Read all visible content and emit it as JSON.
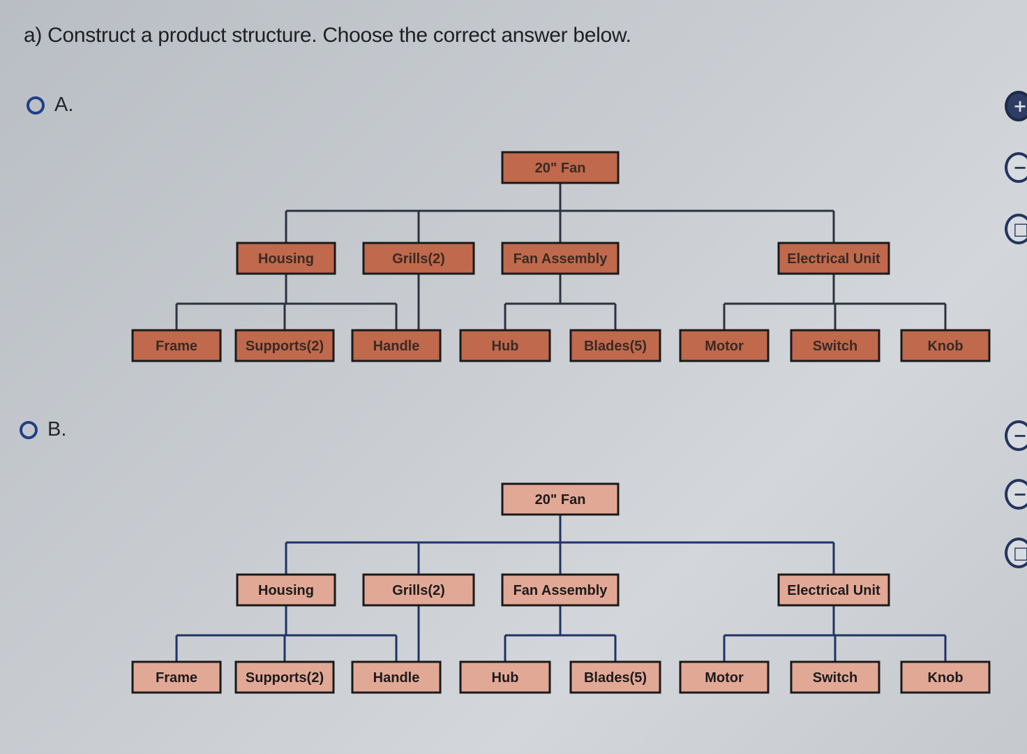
{
  "question": "a) Construct a product structure. Choose the correct answer below.",
  "options": [
    {
      "letter": "A.",
      "box_fill": "#c0694d",
      "label_color": "#3a2a22",
      "line_color": "#2c3240",
      "root": "20\" Fan",
      "level1": [
        "Housing",
        "Grills(2)",
        "Fan Assembly",
        "Electrical Unit"
      ],
      "level2": [
        "Frame",
        "Supports(2)",
        "Handle",
        "Hub",
        "Blades(5)",
        "Motor",
        "Switch",
        "Knob"
      ]
    },
    {
      "letter": "B.",
      "box_fill": "#e2a896",
      "label_color": "#1d1a1a",
      "line_color": "#1f3366",
      "root": "20\" Fan",
      "level1": [
        "Housing",
        "Grills(2)",
        "Fan Assembly",
        "Electrical Unit"
      ],
      "level2": [
        "Frame",
        "Supports(2)",
        "Handle",
        "Hub",
        "Blades(5)",
        "Motor",
        "Switch",
        "Knob"
      ]
    }
  ],
  "side_icons": [
    "zoom-in-icon",
    "zoom-out-icon",
    "popout-icon",
    "zoom-out-icon",
    "zoom-out-icon",
    "popout-icon"
  ]
}
